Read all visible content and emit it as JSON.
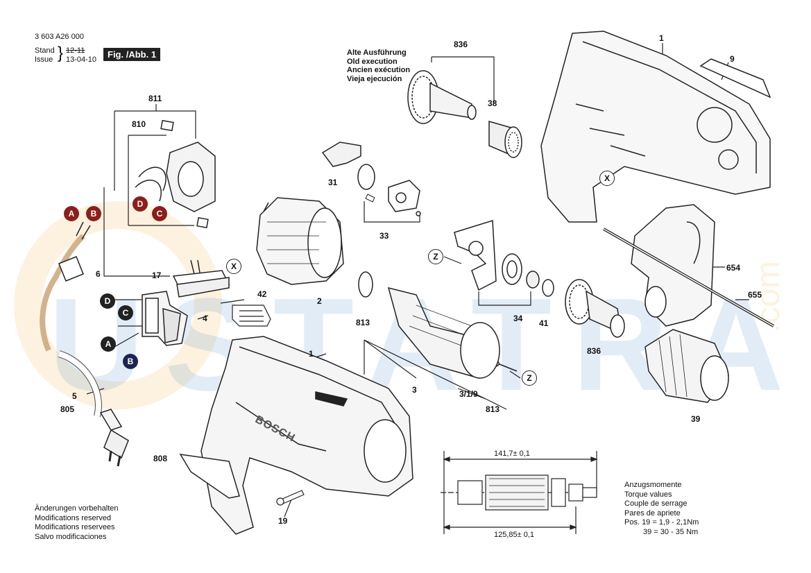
{
  "header": {
    "code": "3 603 A26 000",
    "stand_label": "Stand",
    "stand_value": "12-11",
    "issue_label": "Issue",
    "issue_value": "13-04-10",
    "fig_label": "Fig. /Abb. 1"
  },
  "old_version": [
    "Alte Ausführung",
    "Old execution",
    "Ancien exécution",
    "Vieja ejecución"
  ],
  "part_labels": {
    "p836_top": "836",
    "p38": "38",
    "p1_top": "1",
    "p9": "9",
    "p811": "811",
    "p810": "810",
    "p31": "31",
    "p33": "33",
    "p6": "6",
    "p17": "17",
    "p2": "2",
    "p42": "42",
    "p4": "4",
    "p654": "654",
    "p655": "655",
    "p34": "34",
    "p41": "41",
    "p813_left": "813",
    "p836_bottom": "836",
    "p1_bottom": "1",
    "p3": "3",
    "p319": "3/1/9",
    "p813_right": "813",
    "p39": "39",
    "p5": "5",
    "p805": "805",
    "p808": "808",
    "p19": "19"
  },
  "callouts": {
    "A_left": "A",
    "B_left": "B",
    "D_mid": "D",
    "C_mid": "C",
    "D_switch": "D",
    "C_switch": "C",
    "A_switch": "A",
    "B_switch": "B",
    "X_right": "X",
    "X_mid": "X",
    "Z_left": "Z",
    "Z_right": "Z"
  },
  "dimensions": {
    "top": "141,7± 0,1",
    "bottom": "125,85± 0,1"
  },
  "notes": [
    "Änderungen vorbehalten",
    "Modifications reserved",
    "Modifications reservees",
    "Salvo modificaciones"
  ],
  "torque": {
    "lines": [
      "Anzugsmomente",
      "Torque values",
      "Couple de serrage",
      "Pares de apriete"
    ],
    "pos19": "Pos. 19  =  1,9  -  2,1Nm",
    "pos39": "39  =  30  -  35 Nm"
  },
  "watermark": {
    "text": "USTATRA",
    "domain": ".com"
  },
  "brand_on_body": "BOSCH",
  "colors": {
    "watermark_orange": "#f5a623",
    "watermark_blue": "#3a7fc4",
    "badge_red": "#8b1f1b",
    "badge_navy": "#1c2550",
    "line": "#222222",
    "cable": "#c8a070"
  }
}
